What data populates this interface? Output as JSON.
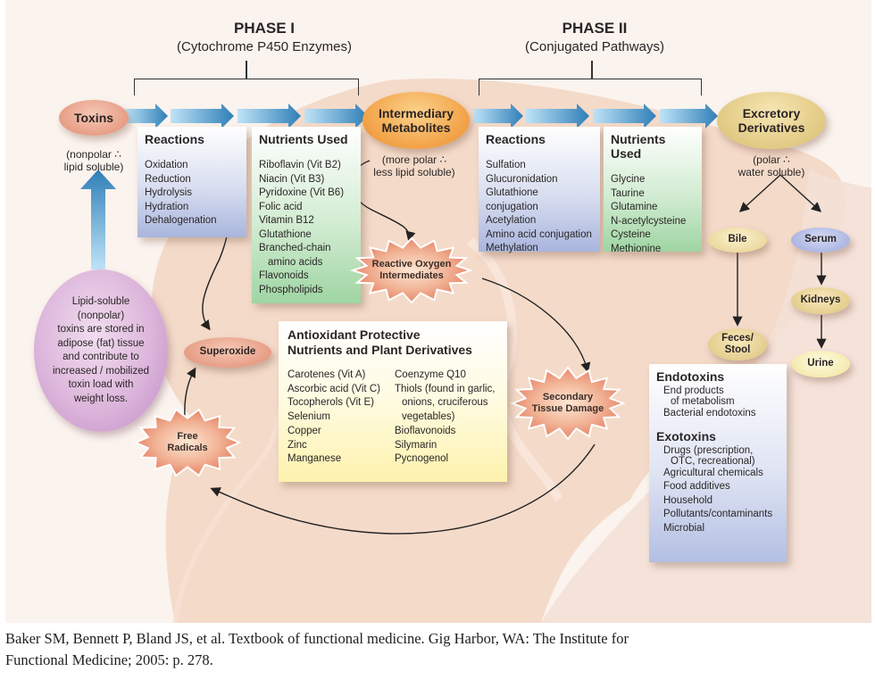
{
  "phase1": {
    "title": "PHASE I",
    "subtitle": "(Cytochrome P450 Enzymes)",
    "reactions": {
      "heading": "Reactions",
      "items": [
        "Oxidation",
        "Reduction",
        "Hydrolysis",
        "Hydration",
        "Dehalogenation"
      ]
    },
    "nutrients": {
      "heading": "Nutrients Used",
      "items": [
        "Riboflavin (Vit B2)",
        "Niacin (Vit B3)",
        "Pyridoxine (Vit B6)",
        "Folic acid",
        "Vitamin B12",
        "Glutathione",
        "Branched-chain",
        "amino acids",
        "Flavonoids",
        "Phospholipids"
      ]
    }
  },
  "phase2": {
    "title": "PHASE II",
    "subtitle": "(Conjugated Pathways)",
    "reactions": {
      "heading": "Reactions",
      "items": [
        "Sulfation",
        "Glucuronidation",
        "Glutathione conjugation",
        "Acetylation",
        "Amino acid conjugation",
        "Methylation"
      ]
    },
    "nutrients": {
      "heading": "Nutrients Used",
      "items": [
        "Glycine",
        "Taurine",
        "Glutamine",
        "N-acetylcysteine",
        "Cysteine",
        "Methionine"
      ]
    }
  },
  "nodes": {
    "toxins": "Toxins",
    "toxins_note": [
      "(nonpolar ∴",
      "lipid soluble)"
    ],
    "intermediary_line1": "Intermediary",
    "intermediary_line2": "Metabolites",
    "intermediary_note": [
      "(more polar ∴",
      "less lipid soluble)"
    ],
    "excretory_line1": "Excretory",
    "excretory_line2": "Derivatives",
    "excretory_note": [
      "(polar ∴",
      "water soluble)"
    ],
    "bile": "Bile",
    "serum": "Serum",
    "kidneys": "Kidneys",
    "feces_line1": "Feces/",
    "feces_line2": "Stool",
    "urine": "Urine",
    "superoxide": "Superoxide",
    "free_radicals_line1": "Free",
    "free_radicals_line2": "Radicals",
    "roi_line1": "Reactive Oxygen",
    "roi_line2": "Intermediates",
    "secondary_line1": "Secondary",
    "secondary_line2": "Tissue Damage",
    "lipid_note": [
      "Lipid-soluble",
      "(nonpolar)",
      "toxins are stored in",
      "adipose (fat) tissue",
      "and contribute to",
      "increased / mobilized",
      "toxin load with",
      "weight loss."
    ]
  },
  "antioxidants": {
    "heading_line1": "Antioxidant Protective",
    "heading_line2": "Nutrients and Plant Derivatives",
    "col1": [
      "Carotenes (Vit A)",
      "Ascorbic acid (Vit C)",
      "Tocopherols (Vit E)",
      "Selenium",
      "Copper",
      "Zinc",
      "Manganese"
    ],
    "col2": [
      "Coenzyme Q10",
      "Thiols (found in garlic,",
      "onions, cruciferous",
      "vegetables)",
      "Bioflavonoids",
      "Silymarin",
      "Pycnogenol"
    ]
  },
  "toxin_sources": {
    "endotoxins_heading": "Endotoxins",
    "endotoxins": [
      "End products",
      "of metabolism",
      "Bacterial endotoxins"
    ],
    "exotoxins_heading": "Exotoxins",
    "exotoxins": [
      "Drugs (prescription,",
      "OTC, recreational)",
      "Agricultural chemicals",
      "Food additives",
      "Household",
      "Pollutants/contaminants",
      "Microbial"
    ]
  },
  "citation": {
    "line1": "Baker SM, Bennett P, Bland JS, et al. Textbook of functional medicine. Gig Harbor, WA: The Institute for",
    "line2": "Functional Medicine; 2005: p. 278."
  },
  "colors": {
    "background": "#fbf3ee",
    "liver": "#f3d6c3",
    "arrow_blue": "#2f7fb8",
    "toxins_oval": "#e49a82",
    "intermediary_oval": "#f0902e",
    "excretory_oval": "#e0c77e",
    "serum_oval": "#9ea8dc",
    "starburst": "#ef9f82",
    "purple_circle": "#d6a9d6"
  }
}
